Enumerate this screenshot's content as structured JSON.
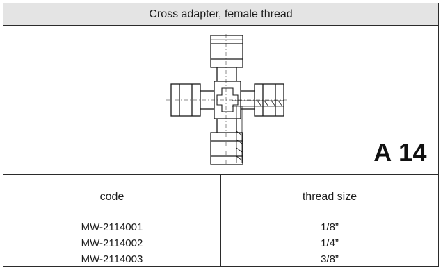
{
  "title": "Cross adapter, female thread",
  "product_code": "A 14",
  "drawing": {
    "icon": "cross-adapter-drawing-icon",
    "stroke_color": "#1a1a1a"
  },
  "table": {
    "headers": [
      "code",
      "thread size"
    ],
    "rows": [
      [
        "MW-2114001",
        "1/8”"
      ],
      [
        "MW-2114002",
        "1/4”"
      ],
      [
        "MW-2114003",
        "3/8”"
      ]
    ]
  },
  "colors": {
    "header_bg": "#e4e4e4",
    "border": "#2b2b2b"
  }
}
